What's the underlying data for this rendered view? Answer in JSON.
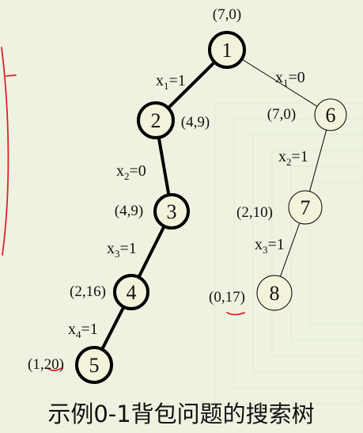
{
  "nodes": [
    {
      "id": "1",
      "label": "1",
      "state": "(7,0)"
    },
    {
      "id": "2",
      "label": "2",
      "state": "(4,9)"
    },
    {
      "id": "3",
      "label": "3",
      "state": "(4,9)"
    },
    {
      "id": "4",
      "label": "4",
      "state": "(2,16)"
    },
    {
      "id": "5",
      "label": "5",
      "state": "(1,20)"
    },
    {
      "id": "6",
      "label": "6",
      "state": "(7,0)"
    },
    {
      "id": "7",
      "label": "7",
      "state": "(2,10)"
    },
    {
      "id": "8",
      "label": "8",
      "state": "(0,17)"
    }
  ],
  "edges": [
    {
      "from": "1",
      "to": "2",
      "var": "x",
      "sub": "1",
      "val": "=1",
      "bold": true
    },
    {
      "from": "2",
      "to": "3",
      "var": "x",
      "sub": "2",
      "val": "=0",
      "bold": true
    },
    {
      "from": "3",
      "to": "4",
      "var": "x",
      "sub": "3",
      "val": "=1",
      "bold": true
    },
    {
      "from": "4",
      "to": "5",
      "var": "x",
      "sub": "4",
      "val": "=1",
      "bold": true
    },
    {
      "from": "1",
      "to": "6",
      "var": "x",
      "sub": "1",
      "val": "=0",
      "bold": false
    },
    {
      "from": "6",
      "to": "7",
      "var": "x",
      "sub": "2",
      "val": "=1",
      "bold": false
    },
    {
      "from": "7",
      "to": "8",
      "var": "x",
      "sub": "3",
      "val": "=1",
      "bold": false
    }
  ],
  "caption": "示例0-1背包问题的搜索树",
  "colors": {
    "background": "#eef3e1",
    "node_fill": "#f3f3dc",
    "annotation": "#e0202a",
    "edge": "#000000"
  }
}
